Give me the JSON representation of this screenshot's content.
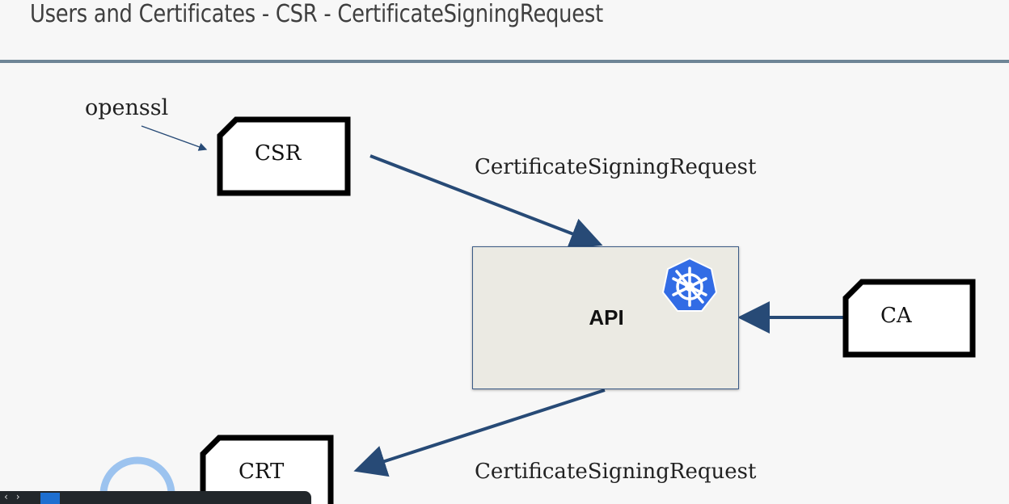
{
  "slide": {
    "title": "Users and Certificates - CSR - CertificateSigningRequest"
  },
  "diagram": {
    "openssl_label": "openssl",
    "csr_label": "CSR",
    "csr_arrow_label": "CertificateSigningRequest",
    "api_label": "API",
    "api_icon": "kubernetes-icon",
    "ca_label": "CA",
    "crt_label": "CRT",
    "crt_arrow_label": "CertificateSigningRequest"
  },
  "colors": {
    "arrow": "#274a76",
    "header_rule": "#6e8596",
    "api_fill": "#ebeae3",
    "k8s_blue": "#326ce5",
    "avatar_ring": "#9cc3ef"
  },
  "player_bar": {
    "control_text": "‹ ›"
  }
}
